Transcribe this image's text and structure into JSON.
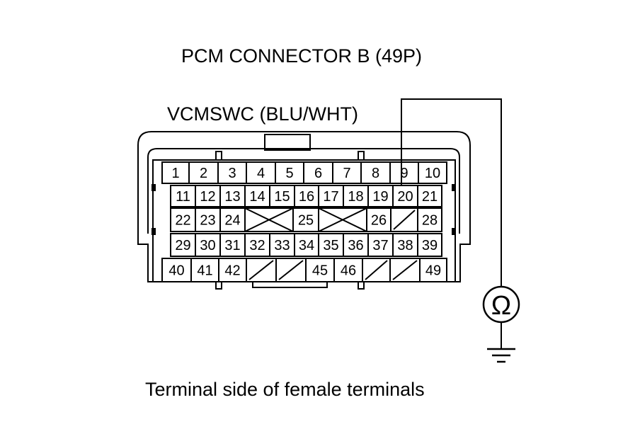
{
  "title": "PCM CONNECTOR B (49P)",
  "wire_label": "VCMSWC (BLU/WHT)",
  "caption": "Terminal side of female terminals",
  "meter_symbol": "Ω",
  "ground_icon": "ground-icon",
  "rows": [
    [
      "1",
      "2",
      "3",
      "4",
      "5",
      "6",
      "7",
      "8",
      "9",
      "10"
    ],
    [
      "11",
      "12",
      "13",
      "14",
      "15",
      "16",
      "17",
      "18",
      "19",
      "20",
      "21"
    ],
    [
      "22",
      "23",
      "24",
      "X",
      "25",
      "X",
      "26",
      "/",
      "28"
    ],
    [
      "29",
      "30",
      "31",
      "32",
      "33",
      "34",
      "35",
      "36",
      "37",
      "38",
      "39"
    ],
    [
      "40",
      "41",
      "42",
      "/",
      "/",
      "45",
      "46",
      "/",
      "/",
      "49"
    ]
  ],
  "probe_terminal": "20"
}
